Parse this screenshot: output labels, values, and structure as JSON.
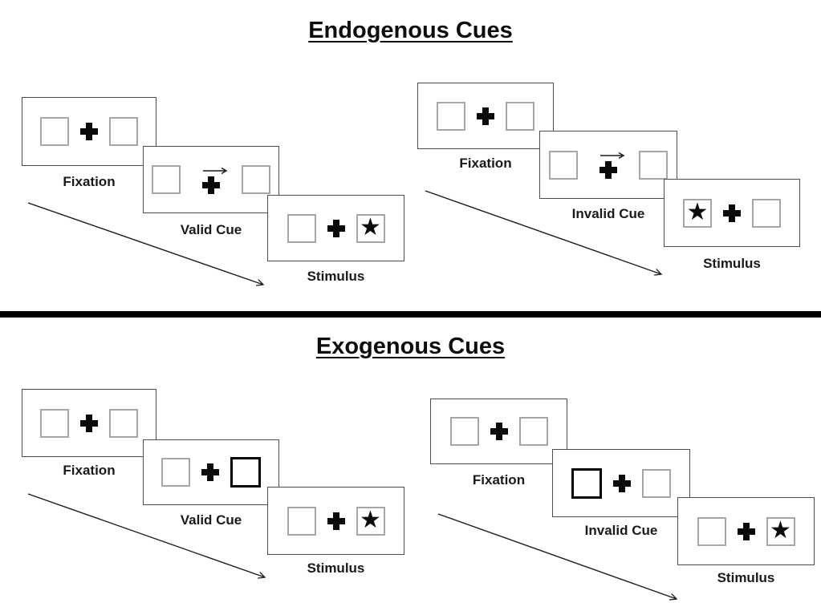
{
  "colors": {
    "card_border": "#4d4d4d",
    "square_border": "#a6a6a6",
    "cue_highlight": "#000000",
    "ink": "#0d0d0d"
  },
  "glyphs": {
    "star": "★"
  },
  "sections": [
    {
      "title": "Endogenous Cues",
      "cue_style": "central arrow above fixation cross",
      "panels": [
        {
          "name": "valid",
          "cue_direction": "right",
          "star_side": "right",
          "steps": [
            {
              "label": "Fixation"
            },
            {
              "label": "Valid Cue"
            },
            {
              "label": "Stimulus"
            }
          ]
        },
        {
          "name": "invalid",
          "cue_direction": "right",
          "star_side": "left",
          "steps": [
            {
              "label": "Fixation"
            },
            {
              "label": "Invalid Cue"
            },
            {
              "label": "Stimulus"
            }
          ]
        }
      ]
    },
    {
      "title": "Exogenous Cues",
      "cue_style": "peripheral bold box highlight",
      "panels": [
        {
          "name": "valid",
          "cue_highlight_side": "right",
          "star_side": "right",
          "steps": [
            {
              "label": "Fixation"
            },
            {
              "label": "Valid Cue"
            },
            {
              "label": "Stimulus"
            }
          ]
        },
        {
          "name": "invalid",
          "cue_highlight_side": "left",
          "star_side": "right",
          "steps": [
            {
              "label": "Fixation"
            },
            {
              "label": "Invalid Cue"
            },
            {
              "label": "Stimulus"
            }
          ]
        }
      ]
    }
  ]
}
